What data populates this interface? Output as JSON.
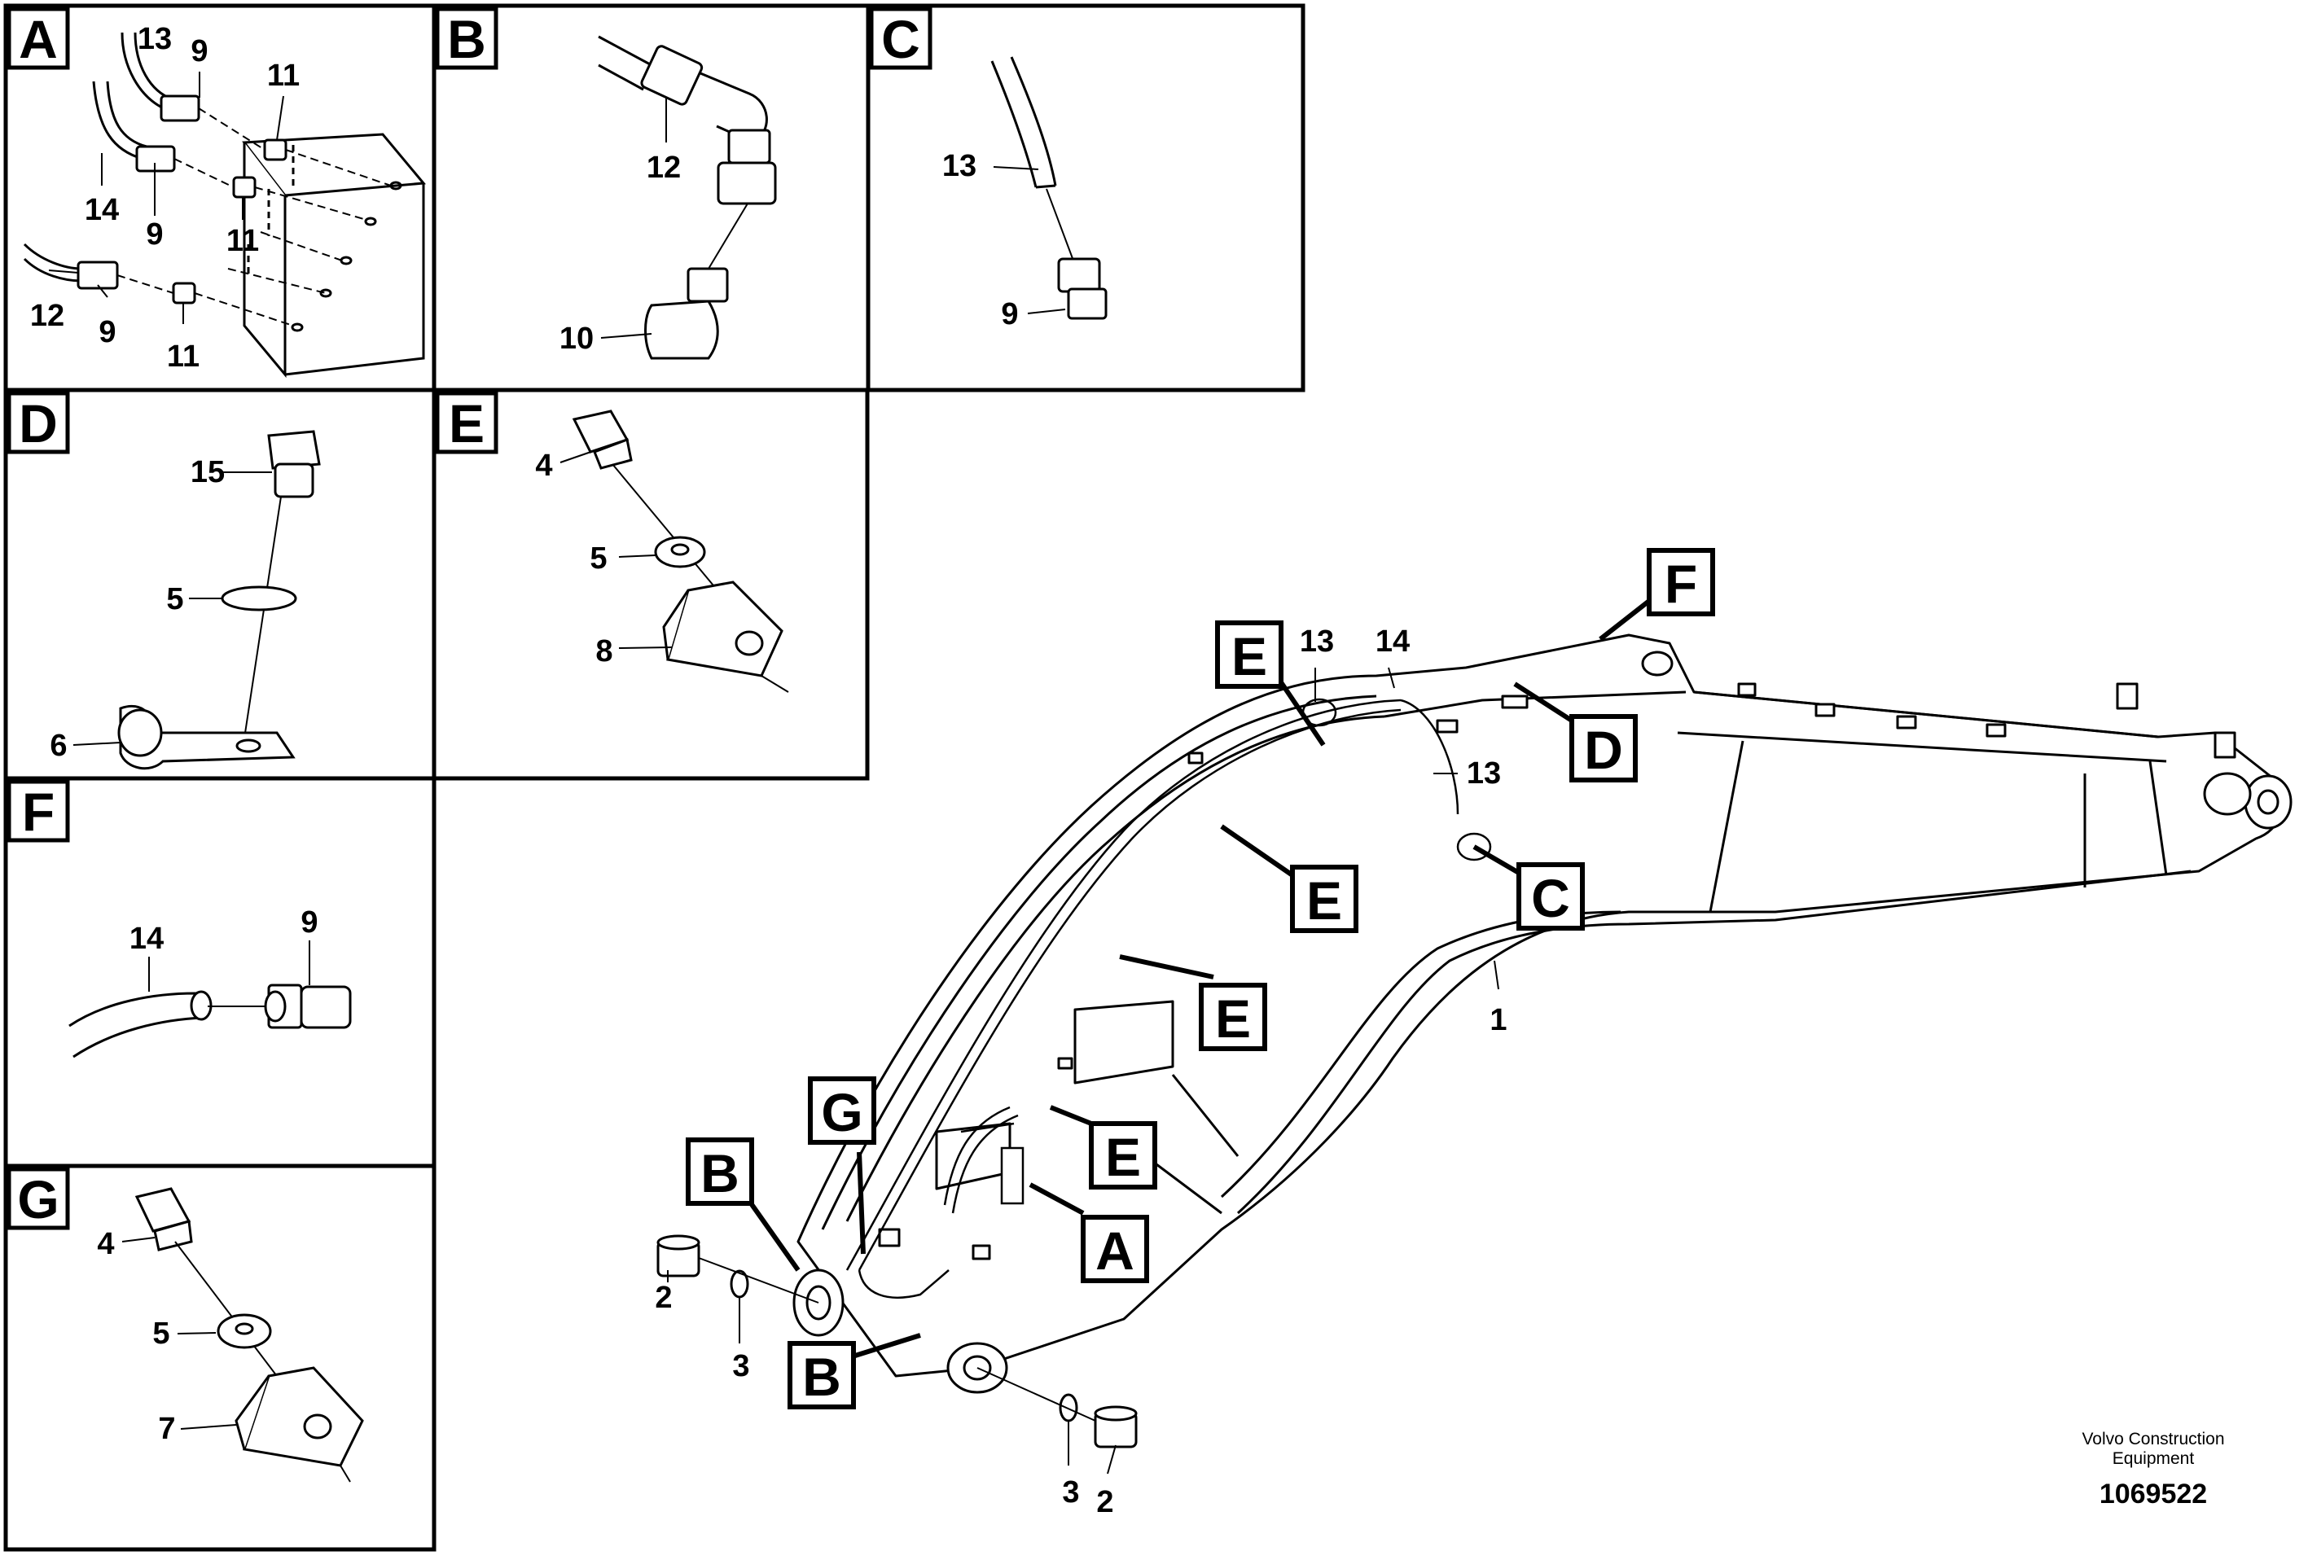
{
  "panels": {
    "A": {
      "letter": "A",
      "labels": {
        "c13": "13",
        "c9a": "9",
        "c11a": "11",
        "c14": "14",
        "c9b": "9",
        "c11b": "11",
        "c12": "12",
        "c9c": "9",
        "c11c": "11"
      }
    },
    "B": {
      "letter": "B",
      "labels": {
        "c12": "12",
        "c10": "10"
      }
    },
    "C": {
      "letter": "C",
      "labels": {
        "c13": "13",
        "c9": "9"
      }
    },
    "D": {
      "letter": "D",
      "labels": {
        "c15": "15",
        "c5": "5",
        "c6": "6"
      }
    },
    "E": {
      "letter": "E",
      "labels": {
        "c4": "4",
        "c5": "5",
        "c8": "8"
      }
    },
    "F": {
      "letter": "F",
      "labels": {
        "c14": "14",
        "c9": "9"
      }
    },
    "G": {
      "letter": "G",
      "labels": {
        "c4": "4",
        "c5": "5",
        "c7": "7"
      }
    }
  },
  "main": {
    "tags": {
      "e1": "E",
      "e2": "E",
      "e3": "E",
      "e4": "E",
      "f": "F",
      "d": "D",
      "c": "C",
      "a": "A",
      "g": "G",
      "b1": "B",
      "b2": "B"
    },
    "labels": {
      "c13a": "13",
      "c14": "14",
      "c13b": "13",
      "c1": "1",
      "c2a": "2",
      "c3a": "3",
      "c3b": "3",
      "c2b": "2"
    }
  },
  "footer": {
    "maker": "Volvo Construction Equipment",
    "doc_number": "1069522"
  }
}
